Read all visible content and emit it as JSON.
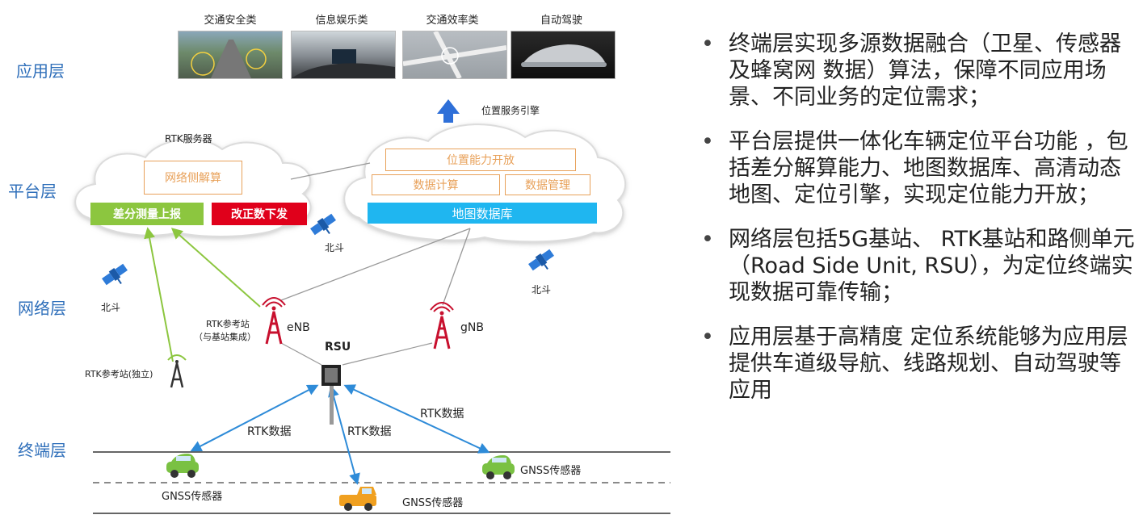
{
  "layers": {
    "application": "应用层",
    "platform": "平台层",
    "network": "网络层",
    "terminal": "终端层"
  },
  "apps": [
    {
      "title": "交通安全类"
    },
    {
      "title": "信息娱乐类"
    },
    {
      "title": "交通效率类"
    },
    {
      "title": "自动驾驶"
    }
  ],
  "labels": {
    "location_engine": "位置服务引擎",
    "rtk_server": "RTK服务器",
    "beidou": "北斗",
    "rtk_ref_integrated": "RTK参考站",
    "rtk_ref_integrated_note": "（与基站集成）",
    "rtk_ref_standalone": "RTK参考站(独立)",
    "enb": "eNB",
    "gnb": "gNB",
    "rsu": "RSU",
    "rtk_data": "RTK数据",
    "gnss_sensor": "GNSS传感器"
  },
  "rtk_cloud": {
    "network_solve": "网络侧解算",
    "diff_report": "差分测量上报",
    "correction_send": "改正数下发"
  },
  "platform_cloud": {
    "capability_open": "位置能力开放",
    "data_compute": "数据计算",
    "data_manage": "数据管理",
    "map_db": "地图数据库"
  },
  "colors": {
    "layer_label": "#2f6fba",
    "orange_border": "#e8a15a",
    "green_box": "#8cc63f",
    "red_box": "#e0001b",
    "map_db": "#1fb6f0",
    "arrow_blue": "#2e8bd8",
    "arrow_green": "#8cc63f",
    "tower_red": "#c8102e"
  },
  "bullets": [
    "终端层实现多源数据融合（卫星、传感器及蜂窝网 数据）算法，保障不同应用场景、不同业务的定位需求；",
    "平台层提供一体化车辆定位平台功能 ，包括差分解算能力、地图数据库、高清动态地图、定位引擎，实现定位能力开放；",
    "网络层包括5G基站、 RTK基站和路侧单元（Road Side Unit, RSU），为定位终端实现数据可靠传输；",
    "应用层基于高精度 定位系统能够为应用层提供车道级导航、线路规划、自动驾驶等应用"
  ]
}
